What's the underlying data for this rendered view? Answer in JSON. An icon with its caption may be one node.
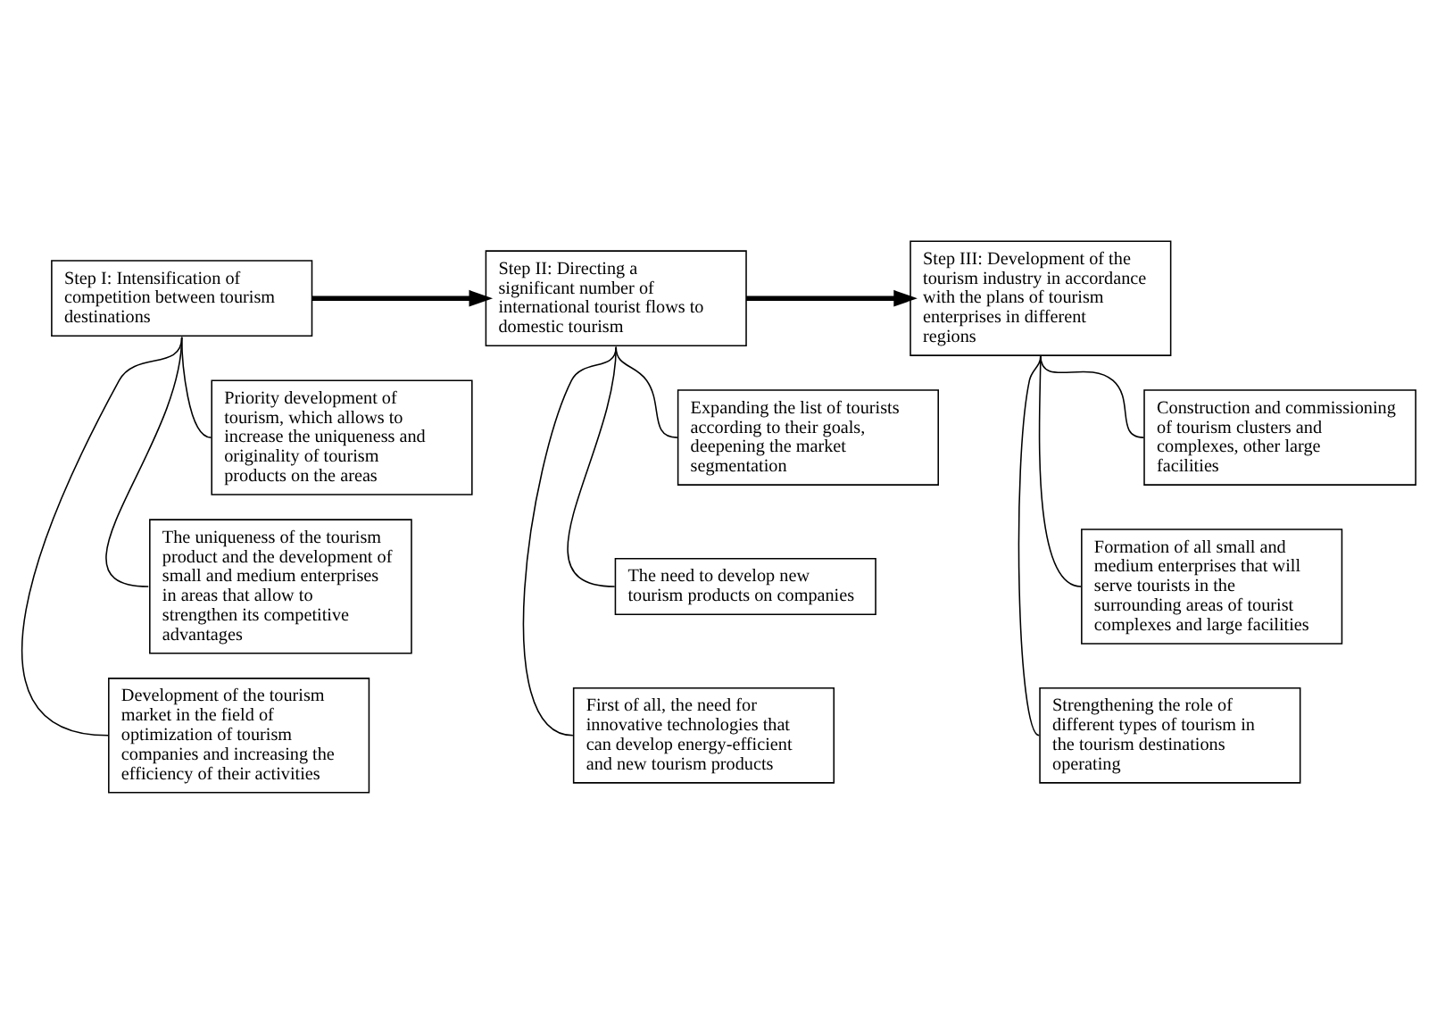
{
  "diagram": {
    "nodes": [
      {
        "text": [
          "Step I: Intensification of competition between tourism destinations"
        ]
      },
      {
        "text": [
          "Step II: Directing a significant number of international tourist flows to domestic tourism"
        ]
      },
      {
        "text": [
          "Step III: Development of the tourism industry in accordance with the plans of tourism enterprises in different regions"
        ]
      },
      {
        "text": [
          "Priority development of tourism, which allows to increase the uniqueness and originality of tourism products on the areas"
        ]
      },
      {
        "text": [
          "The uniqueness of the tourism product and the development of small and medium enterprises in areas that allow to strengthen its competitive advantages"
        ]
      },
      {
        "text": [
          "Development of the tourism market in the field of optimization of tourism companies and increasing the efficiency of their activities"
        ]
      },
      {
        "text": [
          "Expanding the list of tourists according to their goals, deepening the market segmentation"
        ]
      },
      {
        "text": [
          "The need to develop new tourism products on companies"
        ]
      },
      {
        "text": [
          "First of all, the need for innovative technologies that can develop energy-efficient and new tourism products"
        ]
      },
      {
        "text": [
          "Construction and commissioning of tourism clusters and complexes, other large facilities"
        ]
      },
      {
        "text": [
          "Formation of all small and medium enterprises that will serve tourists in the surrounding areas of tourist complexes and large facilities"
        ]
      },
      {
        "text": [
          "Strengthening the role of different types of tourism in the tourism destinations operating"
        ]
      }
    ],
    "edges": [
      {
        "from": 0,
        "to": 1,
        "arrow": "to",
        "style": "thick"
      },
      {
        "from": 1,
        "to": 2,
        "arrow": "to",
        "style": "thick"
      },
      {
        "from": 0,
        "to": 3,
        "arrow": "none"
      },
      {
        "from": 0,
        "to": 4,
        "arrow": "none"
      },
      {
        "from": 0,
        "to": 5,
        "arrow": "none"
      },
      {
        "from": 1,
        "to": 6,
        "arrow": "none"
      },
      {
        "from": 1,
        "to": 7,
        "arrow": "none"
      },
      {
        "from": 1,
        "to": 8,
        "arrow": "none"
      },
      {
        "from": 2,
        "to": 9,
        "arrow": "none"
      },
      {
        "from": 2,
        "to": 10,
        "arrow": "none"
      },
      {
        "from": 2,
        "to": 11,
        "arrow": "none"
      }
    ]
  }
}
